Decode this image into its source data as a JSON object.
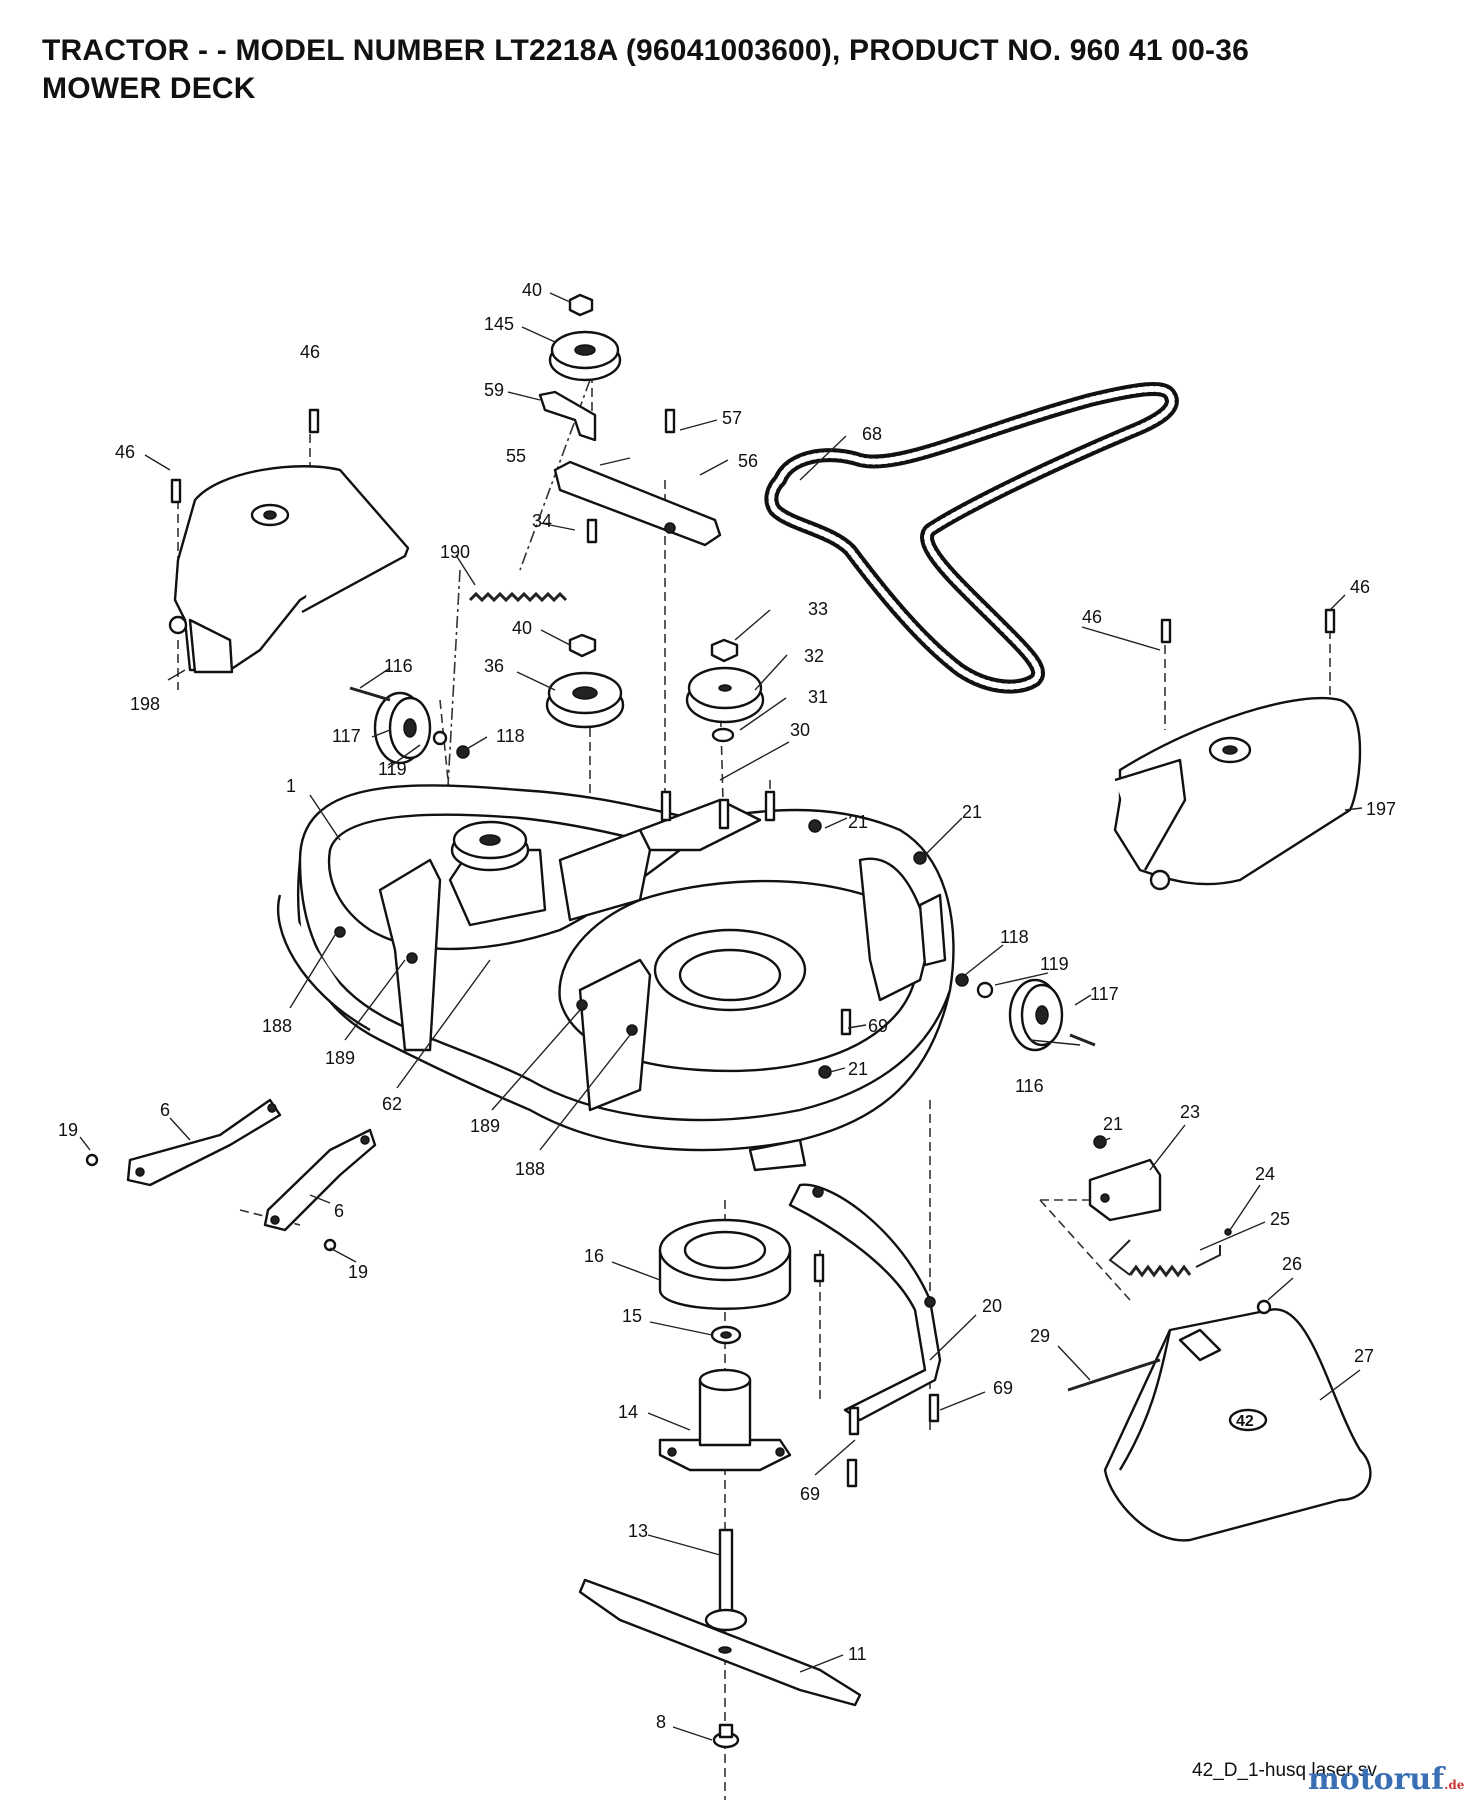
{
  "header": {
    "title_line1": "TRACTOR - - MODEL NUMBER LT2218A (96041003600), PRODUCT NO. 960 41 00-36",
    "title_line2": "MOWER DECK"
  },
  "callouts": [
    "40",
    "145",
    "59",
    "57",
    "55",
    "56",
    "68",
    "46",
    "46",
    "34",
    "190",
    "198",
    "33",
    "40",
    "36",
    "32",
    "116",
    "31",
    "117",
    "118",
    "119",
    "30",
    "1",
    "21",
    "21",
    "46",
    "46",
    "197",
    "118",
    "119",
    "117",
    "188",
    "189",
    "62",
    "69",
    "21",
    "116",
    "189",
    "188",
    "6",
    "19",
    "6",
    "19",
    "21",
    "23",
    "24",
    "25",
    "16",
    "15",
    "20",
    "26",
    "29",
    "27",
    "14",
    "69",
    "69",
    "13",
    "11",
    "8"
  ],
  "footer": {
    "code": "42_D_1-husq laser sv",
    "brand": "motoruf",
    "brand_tld": ".de"
  },
  "deck_badge": "42",
  "colors": {
    "ink": "#111111",
    "brand": "#3a6fb5",
    "brand_tld": "#cc3333"
  }
}
